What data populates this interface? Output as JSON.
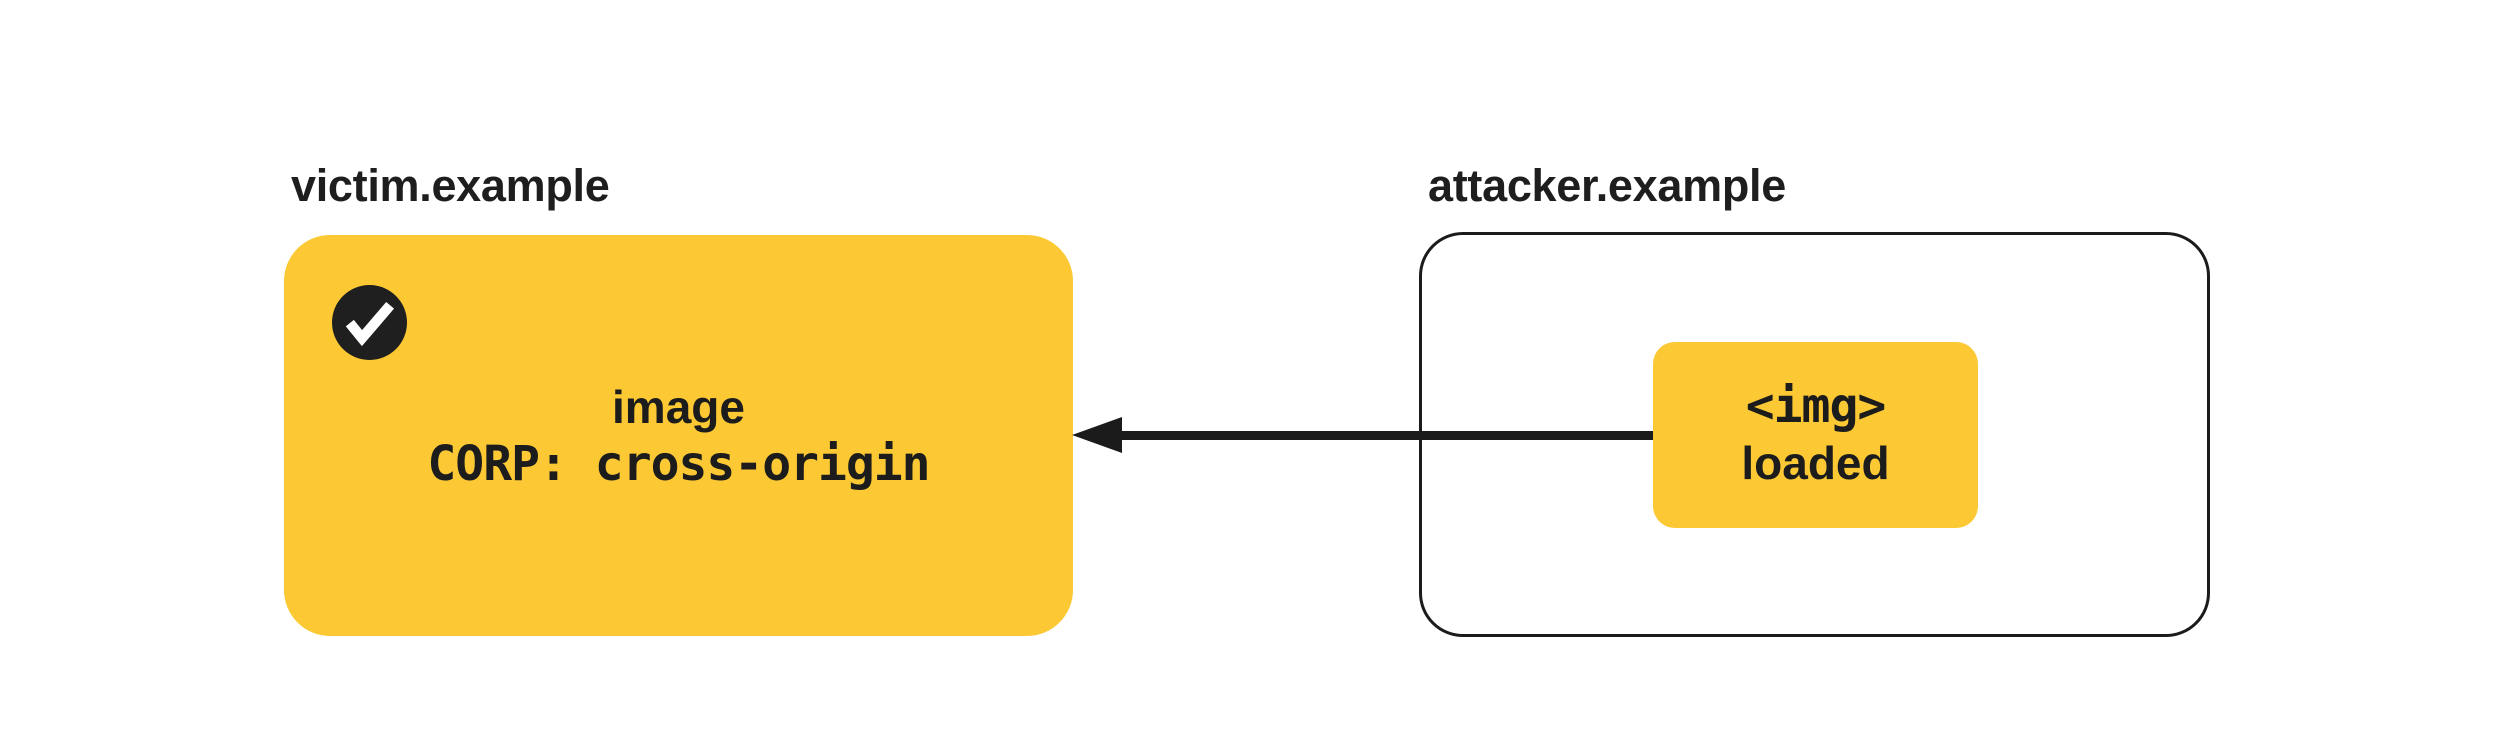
{
  "colors": {
    "accent_yellow": "#FCC934",
    "ink": "#1C1C1C",
    "background": "#FFFFFF"
  },
  "victim": {
    "domain": "victim.example",
    "status_icon": "check-icon",
    "resource_line": "image",
    "corp_line": "CORP: cross-origin"
  },
  "attacker": {
    "domain": "attacker.example",
    "chip": {
      "line1": "<img>",
      "line2": "loaded"
    }
  },
  "arrow": {
    "direction": "right-to-left"
  }
}
